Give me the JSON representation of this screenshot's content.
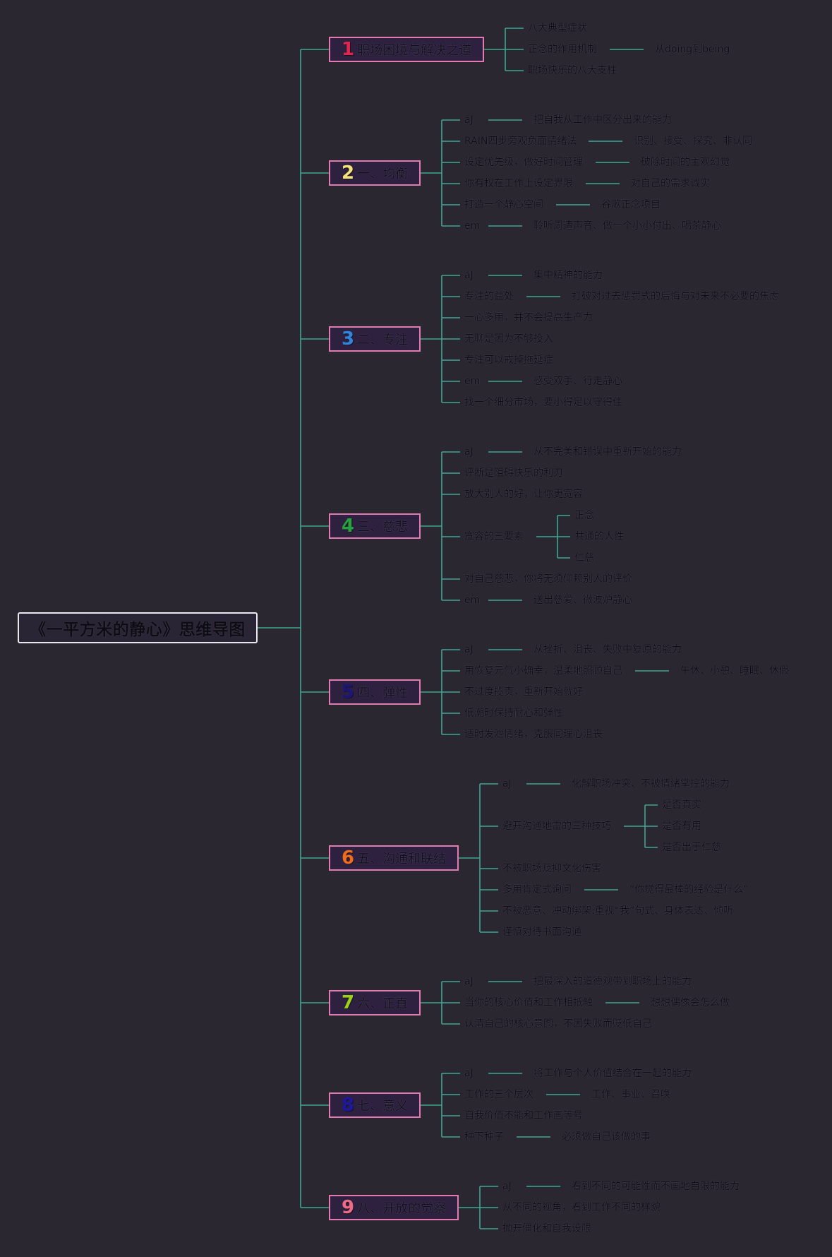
{
  "title": "《一平方米的静心》思维导图",
  "colors": {
    "background": "#2b2730",
    "connector": "#3ea792",
    "branch_border": "#e27bb0",
    "num1": "#e0264c",
    "num2": "#f5e37a",
    "num3": "#2f86dd",
    "num4": "#27a33e",
    "num5": "#1c167a",
    "num6": "#f06c1c",
    "num7": "#9bd018",
    "num8": "#1d18a4",
    "num9": "#f06a86"
  },
  "branches": [
    {
      "num": "1",
      "label": "职场困境与解决之道",
      "children": [
        {
          "text": "八大典型症状"
        },
        {
          "text": "正念的作用机制",
          "detail": "从doing到being"
        },
        {
          "text": "职场快乐的八大支柱"
        }
      ]
    },
    {
      "num": "2",
      "label": "一、均衡",
      "children": [
        {
          "text": "aJ",
          "detail": "把自我从工作中区分出来的能力"
        },
        {
          "text": "RAIN四步旁观负面情绪法",
          "detail": "识别、接受、探究、非认同"
        },
        {
          "text": "设定优先级，做好时间管理",
          "detail": "破除时间的主观幻觉"
        },
        {
          "text": "你有权在工作上设定界限",
          "detail": "对自己的需求诚实"
        },
        {
          "text": "打造一个静心空间",
          "detail": "谷歌正念项目"
        },
        {
          "text": "em",
          "detail": "聆听周遭声音、做一个小小付出、喝茶静心"
        }
      ]
    },
    {
      "num": "3",
      "label": "二、专注",
      "children": [
        {
          "text": "aJ",
          "detail": "集中精神的能力"
        },
        {
          "text": "专注的益处",
          "detail": "打破对过去惩罚式的后悔与对未来不必要的焦虑"
        },
        {
          "text": "一心多用，并不会提高生产力"
        },
        {
          "text": "无聊是因为不够投入"
        },
        {
          "text": "专注可以戒掉拖延症"
        },
        {
          "text": "em",
          "detail": "感受双手、行走静心"
        },
        {
          "text": "找一个细分市场，要小得足以守得住"
        }
      ]
    },
    {
      "num": "4",
      "label": "三、慈悲",
      "children": [
        {
          "text": "aJ",
          "detail": "从不完美和错误中重新开始的能力"
        },
        {
          "text": "评断是阻碍快乐的利刃"
        },
        {
          "text": "放大别人的好，让你更宽容"
        },
        {
          "text": "宽容的三要素",
          "subs": [
            "正念",
            "共通的人性",
            "仁慈"
          ]
        },
        {
          "text": "对自己慈悲，你将无须仰赖别人的评价"
        },
        {
          "text": "em",
          "detail": "送出慈爱、微波炉静心"
        }
      ]
    },
    {
      "num": "5",
      "label": "四、弹性",
      "children": [
        {
          "text": "aJ",
          "detail": "从挫折、沮丧、失败中复原的能力"
        },
        {
          "text": "用恢复元气小确幸，温柔地照顾自己",
          "detail": "午休、小憩、睡眠、休假"
        },
        {
          "text": "不过度揽责，重新开始就好"
        },
        {
          "text": "低潮时保持耐心和弹性"
        },
        {
          "text": "适时发泄情绪，克服同理心沮丧"
        }
      ]
    },
    {
      "num": "6",
      "label": "五、沟通和联结",
      "children": [
        {
          "text": "aJ",
          "detail": "化解职场冲突、不被情绪掌控的能力"
        },
        {
          "text": "避开沟通地雷的三种技巧",
          "subs": [
            "是否真实",
            "是否有用",
            "是否出于仁慈"
          ]
        },
        {
          "text": "不被职场贬抑文化伤害"
        },
        {
          "text": "多用肯定式询问",
          "detail": "“你觉得最棒的经验是什么”"
        },
        {
          "text": "不被恶意、冲动绑架:重视“我”句式、身体表达、倾听"
        },
        {
          "text": "谨慎对待书面沟通"
        }
      ]
    },
    {
      "num": "7",
      "label": "六、正直",
      "children": [
        {
          "text": "aJ",
          "detail": "把最深入的道德观带到职场上的能力"
        },
        {
          "text": "当你的核心价值和工作相抵触",
          "detail": "想想偶像会怎么做"
        },
        {
          "text": "认清自己的核心意图，不因失败而贬低自己"
        }
      ]
    },
    {
      "num": "8",
      "label": "七、意义",
      "children": [
        {
          "text": "aJ",
          "detail": "将工作与个人价值结合在一起的能力"
        },
        {
          "text": "工作的三个层次",
          "detail": "工作、事业、召唤"
        },
        {
          "text": "自我价值不能和工作画等号"
        },
        {
          "text": "种下种子",
          "detail": "必须做自己该做的事"
        }
      ]
    },
    {
      "num": "9",
      "label": "八、开放的觉察",
      "children": [
        {
          "text": "aJ",
          "detail": "看到不同的可能性而不画地自限的能力"
        },
        {
          "text": "从不同的视角，看到工作不同的样貌"
        },
        {
          "text": "抛开僵化和自我设限"
        }
      ]
    }
  ]
}
